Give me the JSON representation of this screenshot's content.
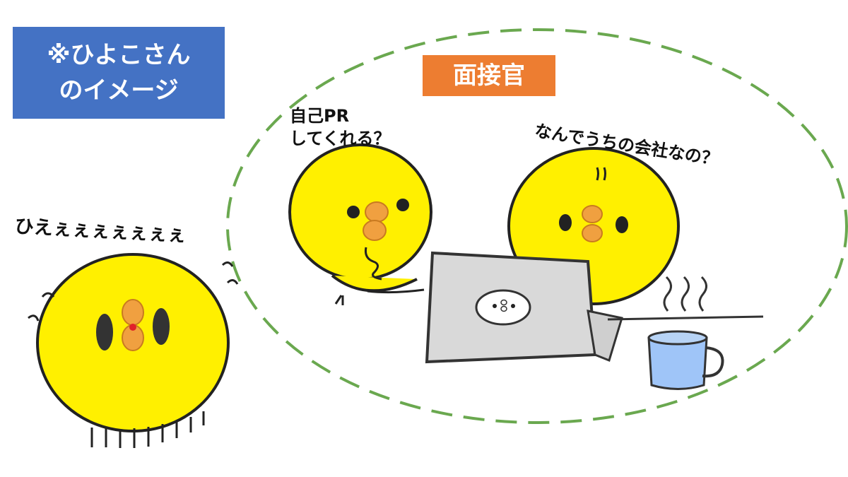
{
  "label_box": {
    "line1": "※ひよこさん",
    "line2": "のイメージ"
  },
  "interviewer_tag": "面接官",
  "speech": {
    "pr_line1": "自己PR",
    "pr_line2": "してくれる？",
    "why_company": "なんでうちの会社なの？",
    "scream": "ひえぇぇぇぇぇぇぇ"
  },
  "colors": {
    "label_blue": "#4472c4",
    "tag_orange": "#ed7d31",
    "dashed_green": "#6aa84f",
    "chick_yellow": "#fff000",
    "beak_orange": "#f0a040",
    "laptop_gray": "#d9d9d9",
    "mug_blue": "#9fc5f8"
  },
  "icons": [
    "chick-applicant-icon",
    "chick-interviewer-icon",
    "laptop-icon",
    "coffee-mug-icon",
    "steam-icon"
  ]
}
